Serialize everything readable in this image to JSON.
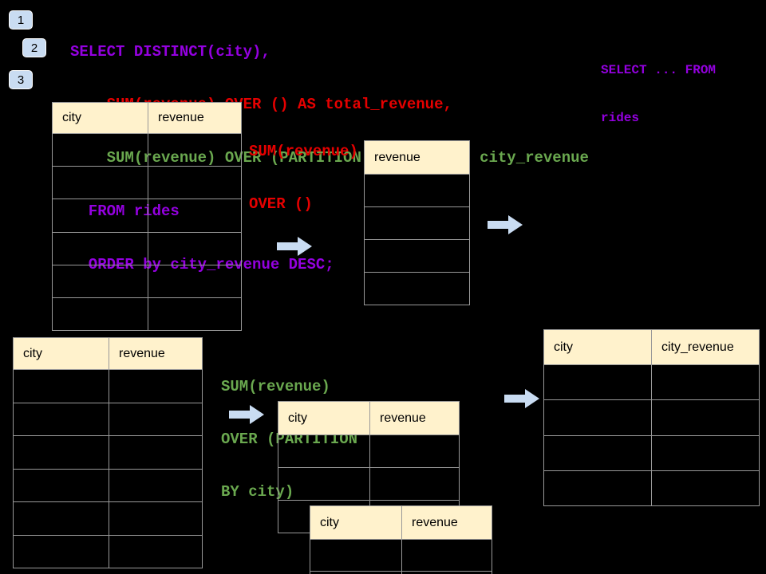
{
  "colors": {
    "sql_purple": "#9400E0",
    "sql_red": "#E60000",
    "sql_green": "#6AA84F",
    "table_header_fill": "#FFF2CC",
    "shape_blue": "#C9DCF2",
    "grid_line": "#999999"
  },
  "badges": [
    {
      "label": "1"
    },
    {
      "label": "2"
    },
    {
      "label": "3"
    }
  ],
  "code": {
    "lines": [
      {
        "text": "SELECT DISTINCT(city),",
        "color": "purple"
      },
      {
        "text": "    SUM(revenue) OVER () AS total_revenue,",
        "color": "red"
      },
      {
        "text": "    SUM(revenue) OVER (PARTITION BY city) as city_revenue",
        "color": "green"
      },
      {
        "text": "  FROM rides",
        "color": "purple"
      },
      {
        "text": "  ORDER by city_revenue DESC;",
        "color": "purple"
      }
    ]
  },
  "side_note": {
    "lines": [
      "SELECT ... FROM",
      "rides"
    ]
  },
  "annotations": {
    "total": {
      "lines": [
        "SUM(revenue)",
        "OVER ()"
      ]
    },
    "partition": {
      "lines": [
        "SUM(revenue)",
        "OVER (PARTITION",
        "BY city)"
      ]
    }
  },
  "tables": [
    {
      "id": "source-top",
      "headers": [
        "city",
        "revenue"
      ],
      "row_count": 6
    },
    {
      "id": "total-revenue-result",
      "headers": [
        "revenue"
      ],
      "row_count": 4
    },
    {
      "id": "source-bottom",
      "headers": [
        "city",
        "revenue"
      ],
      "row_count": 6
    },
    {
      "id": "partition-step",
      "headers": [
        "city",
        "revenue"
      ],
      "row_count": 3
    },
    {
      "id": "partition-step-front",
      "headers": [
        "city",
        "revenue"
      ],
      "row_count": 2
    },
    {
      "id": "city-revenue-result",
      "headers": [
        "city",
        "city_revenue"
      ],
      "row_count": 4
    }
  ]
}
